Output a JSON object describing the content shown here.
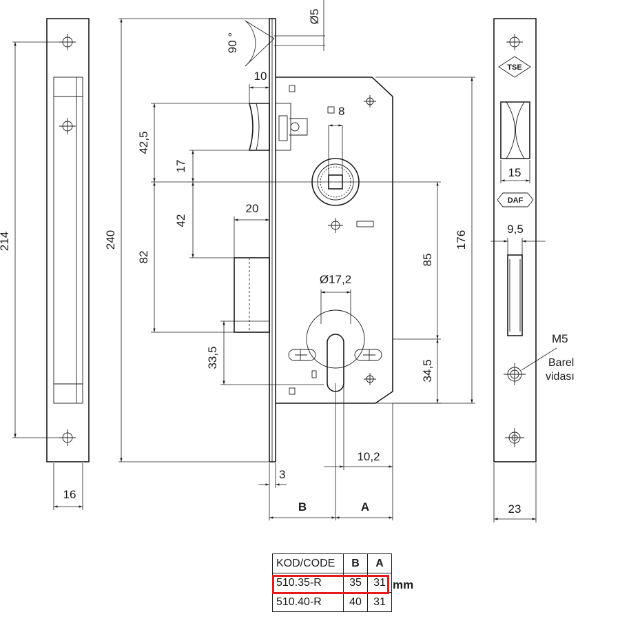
{
  "dimensions": {
    "d214": "214",
    "d16": "16",
    "d240": "240",
    "d90": "90 °",
    "d5": "Ø5",
    "d10": "10",
    "d42_5": "42,5",
    "d17": "17",
    "d8": "8",
    "d42": "42",
    "d20": "20",
    "d82": "82",
    "d17_2": "Ø17,2",
    "d85": "85",
    "d176": "176",
    "d33_5": "33,5",
    "d34_5": "34,5",
    "d10_2": "10,2",
    "d3": "3",
    "B": "B",
    "A": "A",
    "d15": "15",
    "d9_5": "9,5",
    "M5": "M5",
    "barel": "Barel",
    "vidasi": "vidası",
    "d23": "23"
  },
  "logos": {
    "tse": "TSE",
    "daf": "DAF"
  },
  "table": {
    "headers": [
      "KOD/CODE",
      "B",
      "A"
    ],
    "rows": [
      [
        "510.35-R",
        "35",
        "31"
      ],
      [
        "510.40-R",
        "40",
        "31"
      ]
    ],
    "unit": "mm",
    "highlight_color": "#e31b1b"
  }
}
